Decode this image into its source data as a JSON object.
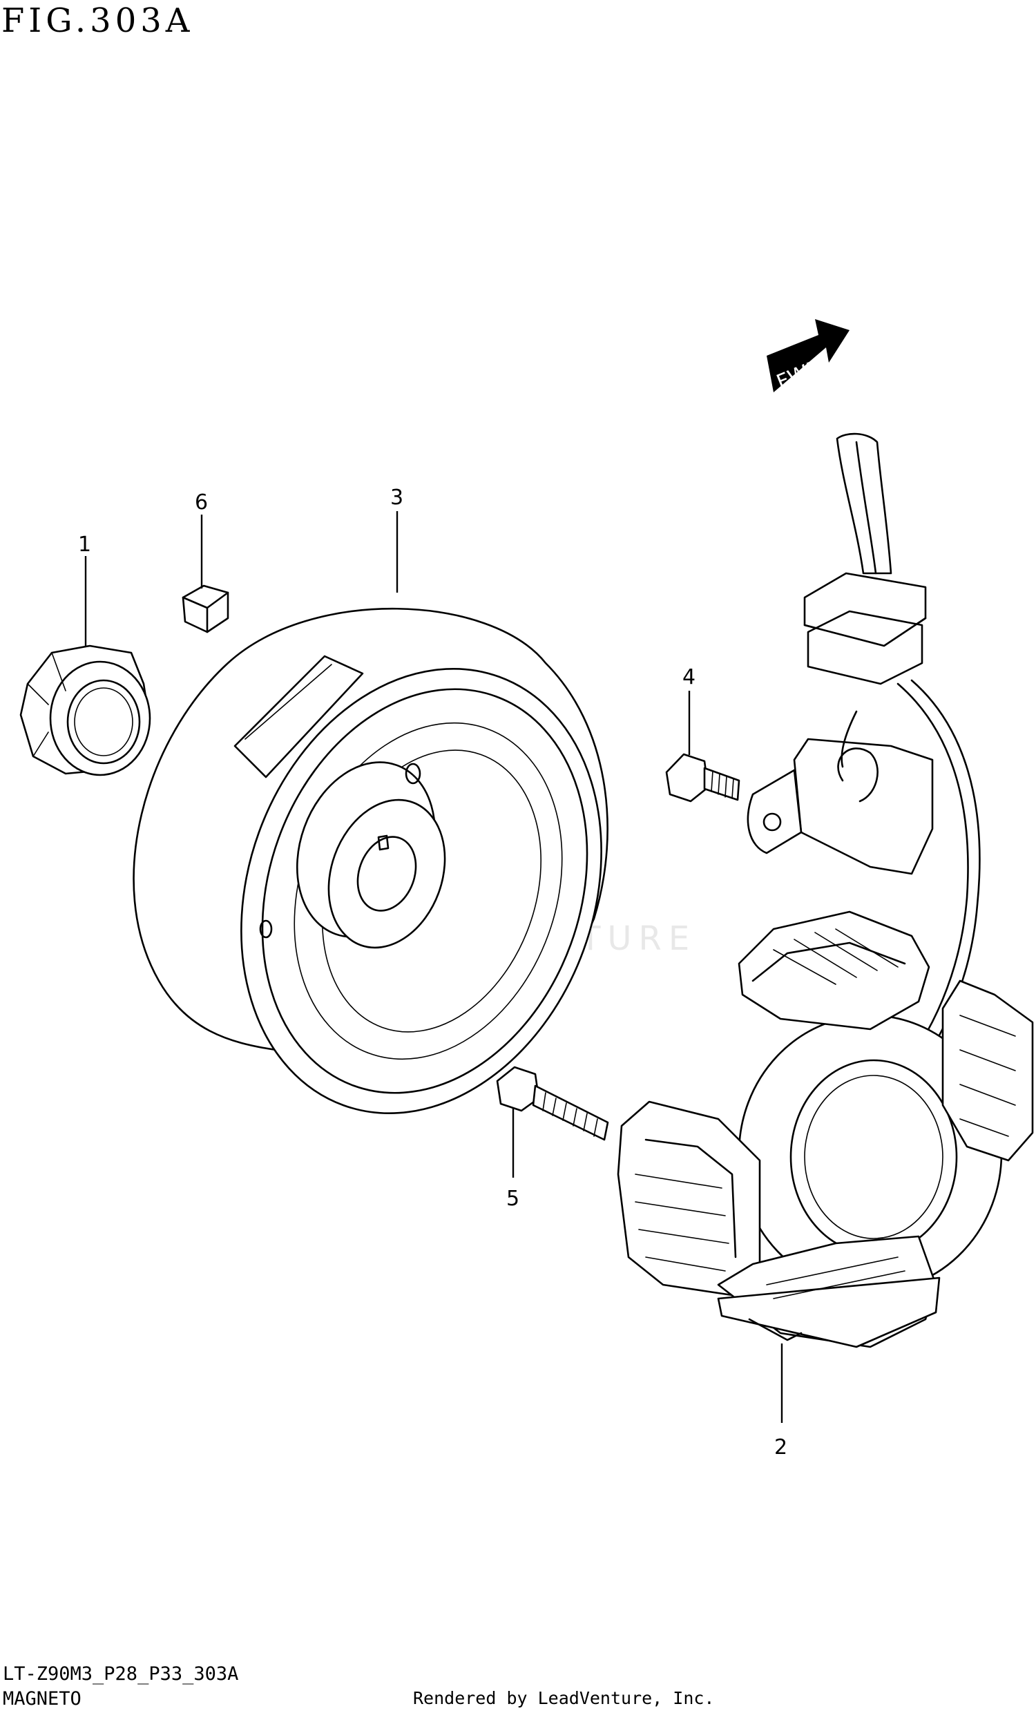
{
  "figure": {
    "title": "FIG.303A"
  },
  "direction_marker": {
    "label": "FWD"
  },
  "watermark": {
    "text": "LEADVENTURE"
  },
  "callouts": [
    {
      "id": "1",
      "label": "1"
    },
    {
      "id": "2",
      "label": "2"
    },
    {
      "id": "3",
      "label": "3"
    },
    {
      "id": "4",
      "label": "4"
    },
    {
      "id": "5",
      "label": "5"
    },
    {
      "id": "6",
      "label": "6"
    }
  ],
  "footer": {
    "drawing_code": "LT-Z90M3_P28_P33_303A",
    "section_name": "MAGNETO",
    "credit": "Rendered by LeadVenture, Inc."
  }
}
